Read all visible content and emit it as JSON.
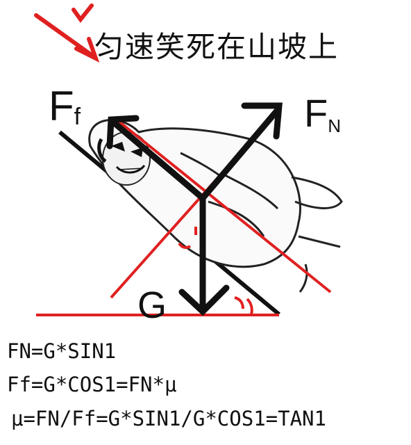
{
  "title": "匀速笑死在山坡上",
  "labels": {
    "friction_main": "F",
    "friction_sub": "f",
    "normal_main": "F",
    "normal_sub": "N",
    "gravity": "G"
  },
  "formulas": [
    "FN=G*SIN1",
    "Ff=G*COS1=FN*μ",
    "μ=FN/Ff=G*SIN1/G*COS1=TAN1"
  ],
  "colors": {
    "annotation_red": "#e02020",
    "ink": "#111111"
  }
}
